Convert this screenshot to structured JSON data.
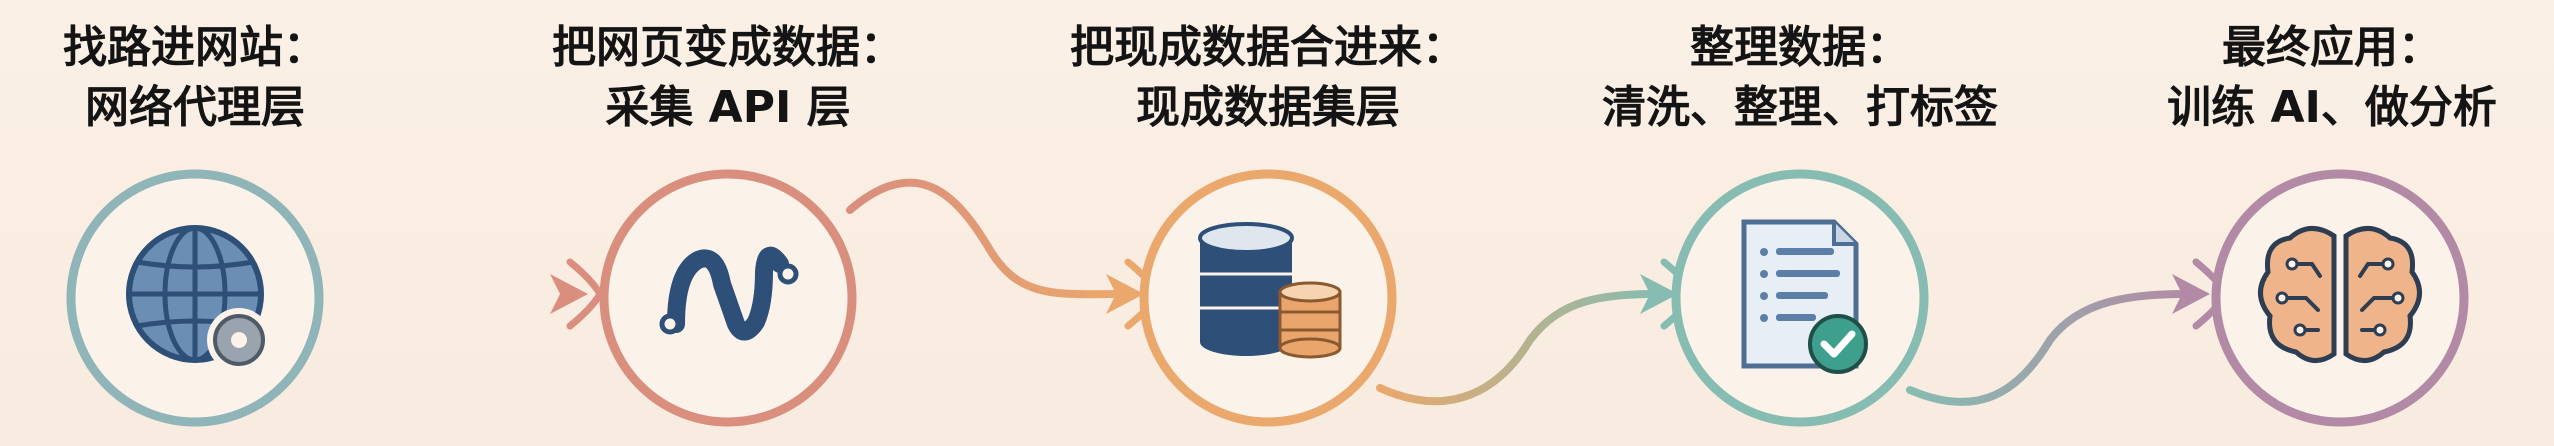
{
  "stages": [
    {
      "title": "找路进网站：",
      "subtitle": "网络代理层",
      "icon": "globe-icon",
      "color": "#8fb5b8"
    },
    {
      "title": "把网页变成数据：",
      "subtitle": "采集 API 层",
      "icon": "api-icon",
      "color": "#d98e7e"
    },
    {
      "title": "把现成数据合进来：",
      "subtitle": "现成数据集层",
      "icon": "database-icon",
      "color": "#eaa86c"
    },
    {
      "title": "整理数据：",
      "subtitle": "清洗、整理、打标签",
      "icon": "document-check-icon",
      "color": "#86bcb1"
    },
    {
      "title": "最终应用：",
      "subtitle": "训练 AI、做分析",
      "icon": "brain-icon",
      "color": "#b38aa5"
    }
  ]
}
